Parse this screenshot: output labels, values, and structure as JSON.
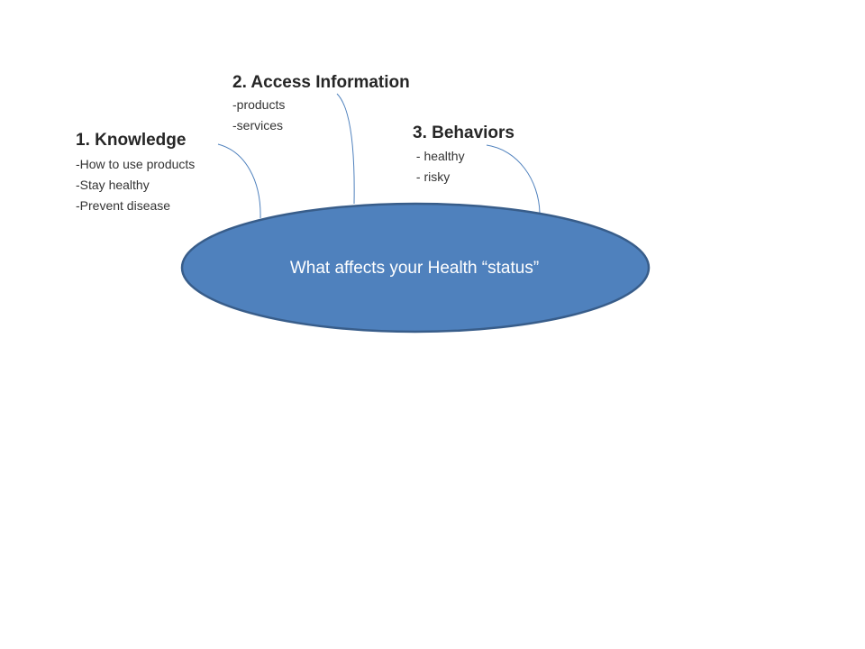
{
  "diagram": {
    "center": {
      "label": "What affects your Health “status”",
      "fill_color": "#4f81bd",
      "stroke_color": "#385d8a"
    },
    "connector_color": "#4f81bd",
    "callouts": [
      {
        "id": "knowledge",
        "title": "1. Knowledge",
        "items": [
          "-How to use products",
          "-Stay healthy",
          "-Prevent disease"
        ]
      },
      {
        "id": "access",
        "title": "2. Access Information",
        "items": [
          "-products",
          "-services"
        ]
      },
      {
        "id": "behaviors",
        "title": "3. Behaviors",
        "items": [
          " - healthy",
          " - risky"
        ]
      }
    ]
  }
}
